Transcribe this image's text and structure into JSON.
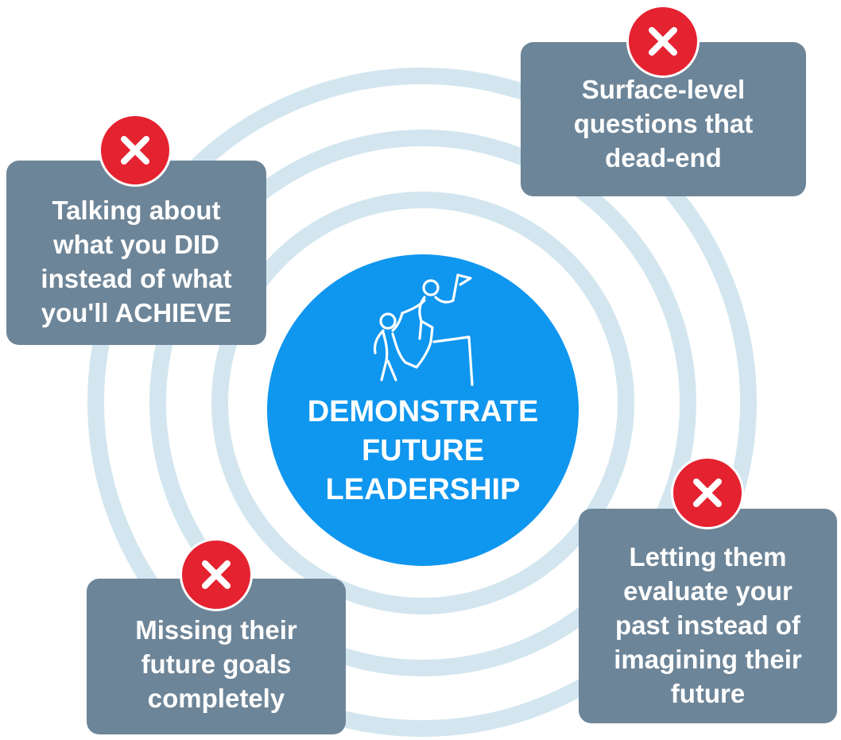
{
  "center": {
    "title_line1": "DEMONSTRATE",
    "title_line2": "FUTURE",
    "title_line3": "LEADERSHIP",
    "icon": "climbing-team-flag-icon",
    "color": "#0f96ef"
  },
  "cards": [
    {
      "text": "Surface-level\nquestions that\ndead-end",
      "badge_icon": "close-x-icon"
    },
    {
      "text": "Talking about\nwhat you DID\ninstead of what\nyou'll ACHIEVE",
      "badge_icon": "close-x-icon"
    },
    {
      "text": "Letting them\nevaluate your\npast instead of\nimagining their\nfuture",
      "badge_icon": "close-x-icon"
    },
    {
      "text": "Missing their\nfuture goals\ncompletely",
      "badge_icon": "close-x-icon"
    }
  ],
  "colors": {
    "card_background": "#6d8598",
    "badge_red": "#e52230",
    "ring_color": "#d3e6ef",
    "center_blue": "#0f96ef"
  }
}
